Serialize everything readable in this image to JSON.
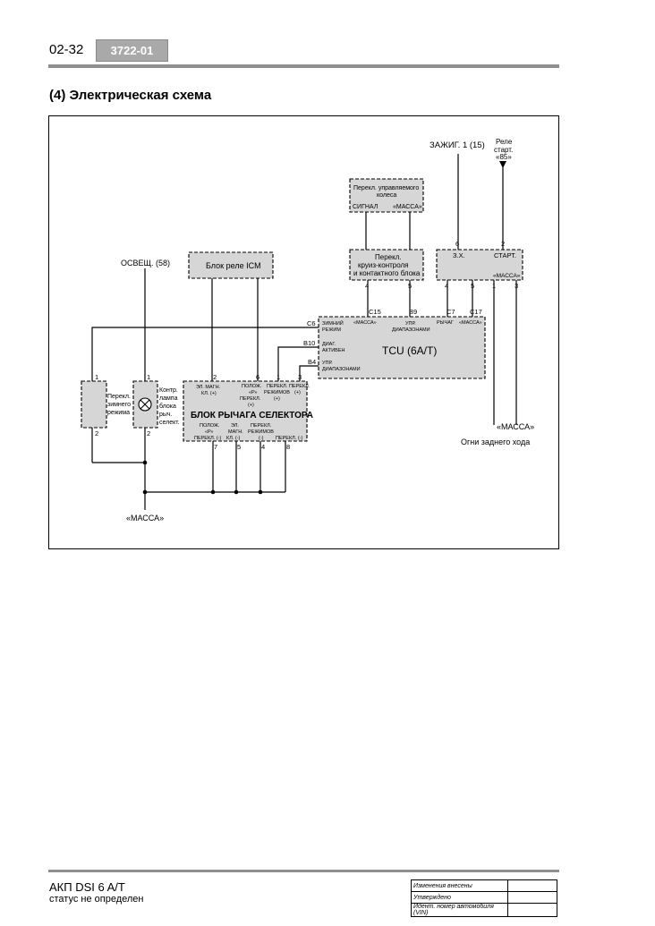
{
  "header": {
    "page_number": "02-32",
    "doc_code": "3722-01"
  },
  "section_title": "(4) Электрическая схема",
  "diagram": {
    "ignition_label": "ЗАЖИГ. 1 (15)",
    "relay_label": [
      "Реле",
      "старт.",
      "«85»"
    ],
    "steering_switch_label": [
      "Перекл. управляемого",
      "колеса"
    ],
    "steering_signal": "СИГНАЛ",
    "steering_ground": "«МАССА»",
    "cruise_switch_label": [
      "Перекл.",
      "круиз-контроля",
      "и контактного блока"
    ],
    "starter_block": {
      "left": "З.Х.",
      "right": "СТАРТ.",
      "ground": "«МАССА»"
    },
    "icm_relay_label": "Блок реле ICM",
    "light_label": "ОСВЕЩ. (58)",
    "tcu": {
      "title": "TCU (6A/T)",
      "pins": [
        "C6",
        "B10",
        "B4",
        "C15",
        "B9",
        "C7",
        "C17"
      ],
      "labels": {
        "winter": [
          "ЗИМНИЙ",
          "РЕЖИМ"
        ],
        "ground": "«МАССА»",
        "range_top": [
          "УПР.",
          "ДИАПАЗОНАМИ"
        ],
        "lever": "РЫЧАГ",
        "ground2": "«МАССА»",
        "diag": [
          "ДИАГ.",
          "АКТИВЕН"
        ],
        "range_left": [
          "УПР.",
          "ДИАПАЗОНАМИ"
        ]
      }
    },
    "selector": {
      "title": "БЛОК РЫЧАГА СЕЛЕКТОРА",
      "top": {
        "magnet": [
          "ЭЛ. МАГН.",
          "КЛ. (+)"
        ],
        "pos": [
          "ПОЛОЖ.",
          "«Р»",
          "ПЕРЕКЛ.",
          "(+)"
        ],
        "mode": [
          "ПЕРЕКЛ.",
          "РЕЖИМОВ",
          "(+)"
        ],
        "sw": [
          "ПЕРЕКЛ.",
          "(+)"
        ]
      },
      "bottom": {
        "pos": [
          "ПОЛОЖ.",
          "«Р»",
          "ПЕРЕКЛ. (-)"
        ],
        "magnet": [
          "ЭЛ.",
          "МАГН.",
          "КЛ. (-)"
        ],
        "mode": [
          "ПЕРЕКЛ.",
          "РЕЖИМОВ",
          "(-)"
        ],
        "sw": "ПЕРЕКЛ. (-)"
      }
    },
    "winter_switch_label": [
      "Перекл.",
      "зимнего",
      "режима"
    ],
    "lamp_label": [
      "Контр.",
      "лампа",
      "блока",
      "рыч.",
      "селект."
    ],
    "ground_bottom": "«МАССА»",
    "ground_right": "«МАССА»",
    "reverse_lights": "Огни заднего хода",
    "pin_numbers": {
      "p1": "1",
      "p2": "2",
      "p3": "3",
      "p4": "4",
      "p5": "5",
      "p6": "6",
      "p7": "7",
      "p8": "8"
    }
  },
  "footer": {
    "title": "АКП DSI 6 A/T",
    "status": "статус не определен",
    "table": [
      "Изменения внесены",
      "Утверждено",
      "Идент. номер автомобиля (VIN)"
    ]
  }
}
